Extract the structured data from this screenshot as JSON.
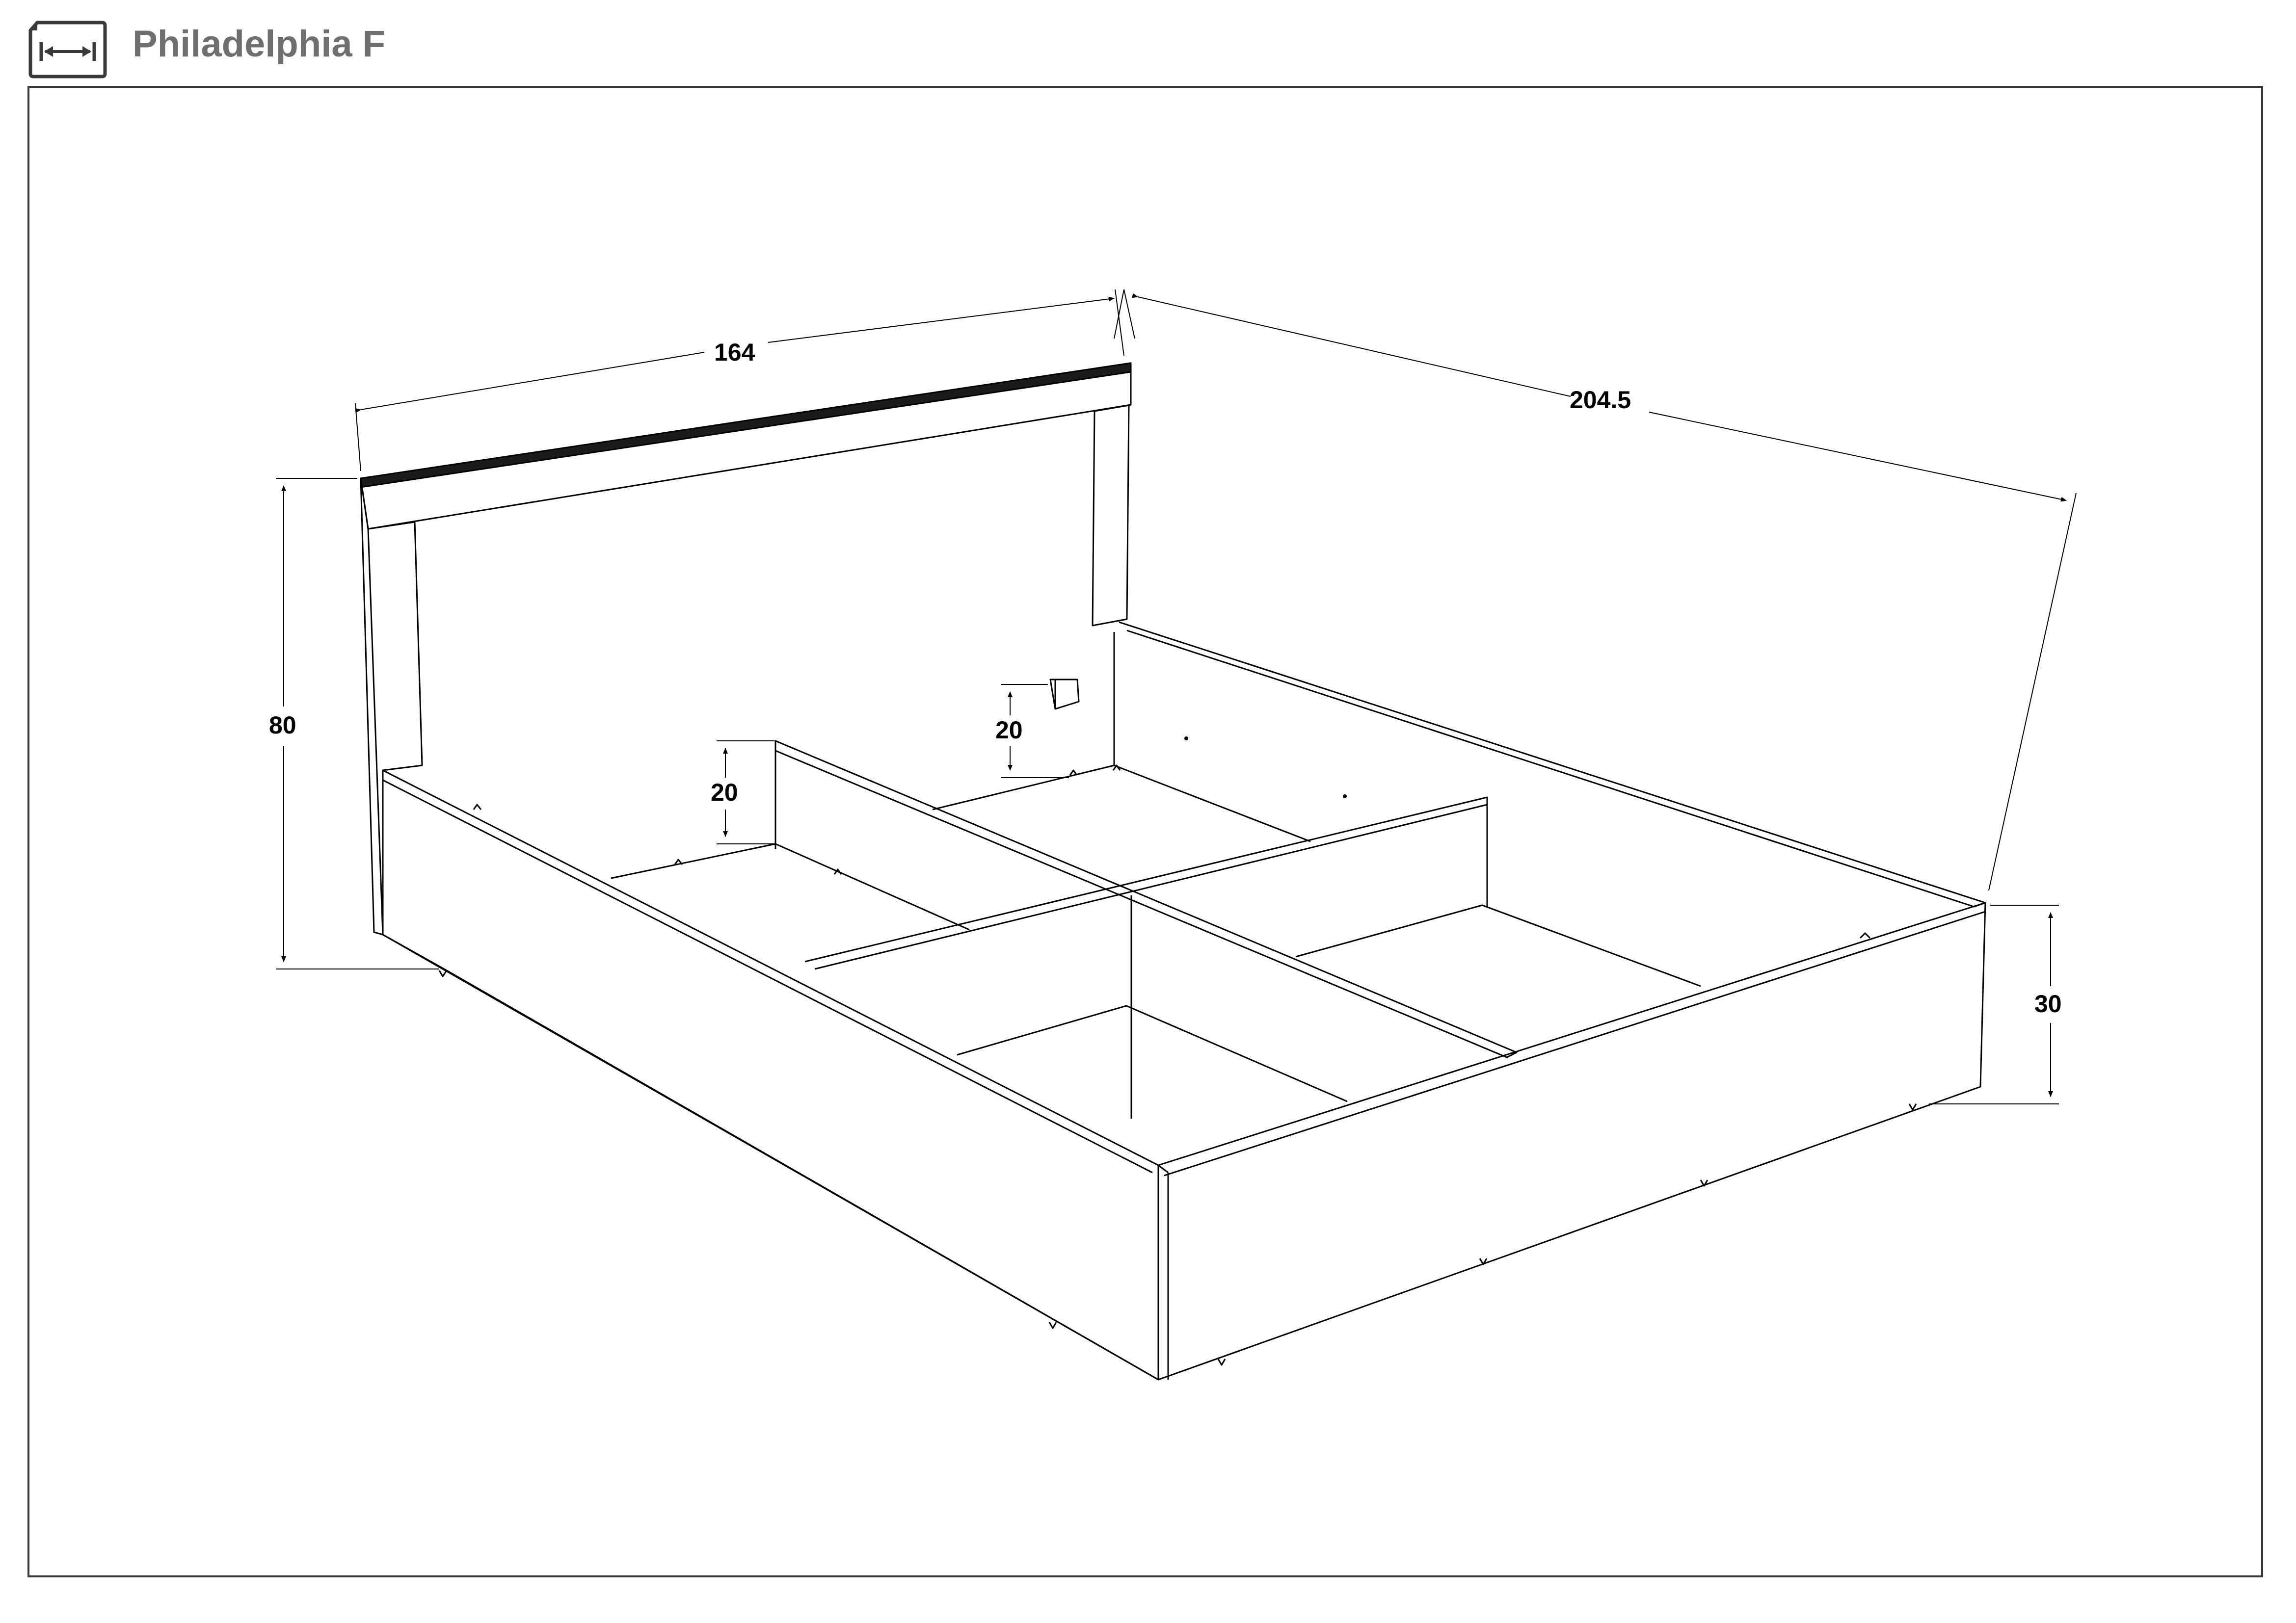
{
  "header": {
    "title": "Philadelphia F",
    "icon": "dimension-icon"
  },
  "dimensions": {
    "width": "164",
    "length": "204.5",
    "headboard_height": "80",
    "frame_height": "30",
    "divider_height": "20",
    "inner_step_height": "20"
  },
  "colors": {
    "line": "#000000",
    "title": "#6f6f6f",
    "frame": "#3a3a3a"
  }
}
